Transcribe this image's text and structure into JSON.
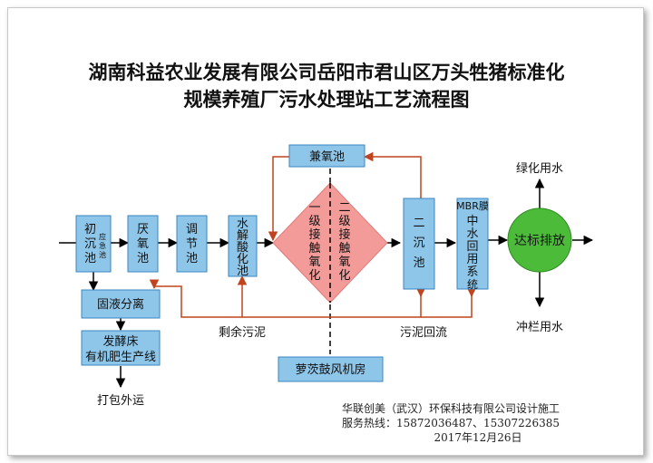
{
  "title": {
    "line1": "湖南科益农业发展有限公司岳阳市君山区万头牲猪标准化",
    "line2": "规模养殖厂污水处理站工艺流程图"
  },
  "nodes": {
    "initial_sedimentation": [
      "初",
      "沉",
      "池"
    ],
    "emergency_tank": [
      "应",
      "急",
      "池"
    ],
    "anaerobic_tank": [
      "厌",
      "氧",
      "池"
    ],
    "regulating_tank": [
      "调",
      "节",
      "池"
    ],
    "hydrolysis_tank": [
      "水",
      "解",
      "酸",
      "化",
      "池"
    ],
    "facultative_tank": "兼氧池",
    "contact_oxidation_1": [
      "一",
      "级",
      "接",
      "触",
      "氧",
      "化"
    ],
    "contact_oxidation_2": [
      "二",
      "级",
      "接",
      "触",
      "氧",
      "化"
    ],
    "secondary_clarifier": [
      "二",
      "沉",
      "池"
    ],
    "mbr_title": "MBR膜",
    "reclaimed_water": [
      "中",
      "水",
      "回",
      "用",
      "系",
      "统"
    ],
    "discharge": "达标排放",
    "solid_liquid_separation": "固液分离",
    "fermentation_bed": [
      "发酵床",
      "有机肥生产线"
    ],
    "blower_room": "萝茨鼓风机房"
  },
  "labels": {
    "residual_sludge": "剩余污泥",
    "sludge_return": "污泥回流",
    "greening_water": "绿化用水",
    "flushing_water": "冲栏用水",
    "packing": "打包外运"
  },
  "footer": {
    "company": "华联创美（武汉）环保科技有限公司设计施工",
    "hotline": "服务热线：15872036487、15307226385",
    "date": "2017年12月26日"
  },
  "colors": {
    "box_fill": "#8ec6ea",
    "box_stroke": "#3a86c0",
    "diamond_fill": "#f29b99",
    "discharge_fill": "#4dbb3a",
    "sludge_line": "#c0441e",
    "flow_line": "#000000"
  }
}
